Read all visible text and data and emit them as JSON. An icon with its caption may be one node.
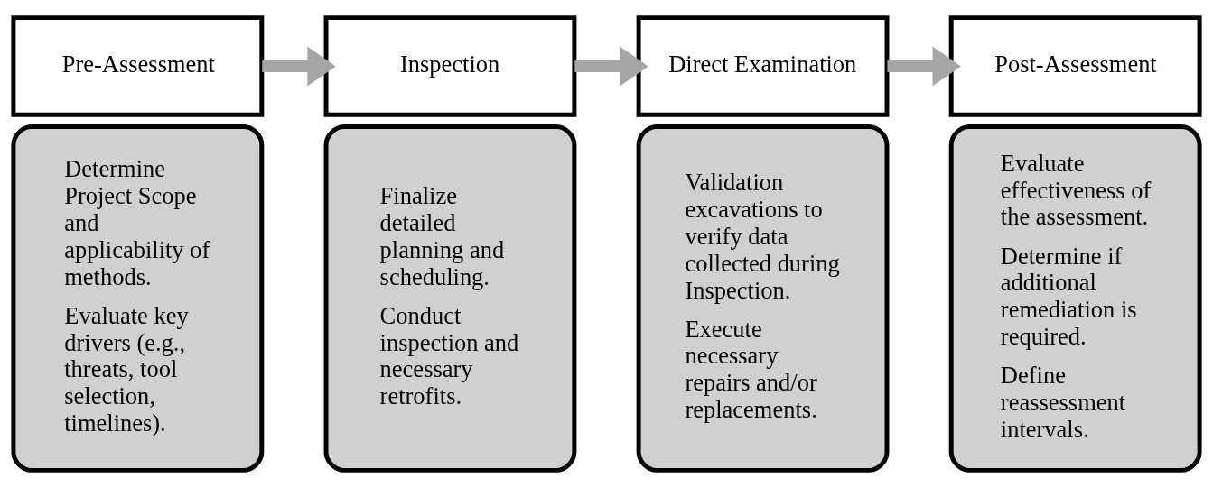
{
  "diagram": {
    "nodes": [
      {
        "text": [
          "Pre-Assessment"
        ]
      },
      {
        "text": [
          "Determine Project Scope and applicability of methods.",
          "Evaluate key drivers (e.g., threats, tool selection, timelines)."
        ]
      },
      {
        "text": [
          "Inspection"
        ]
      },
      {
        "text": [
          "Finalize detailed planning and scheduling.",
          "Conduct inspection and necessary retrofits."
        ]
      },
      {
        "text": [
          "Direct Examination"
        ]
      },
      {
        "text": [
          "Validation excavations to verify data collected during Inspection.",
          "Execute necessary repairs and/or replacements."
        ]
      },
      {
        "text": [
          "Post-Assessment"
        ]
      },
      {
        "text": [
          "Evaluate effectiveness of the assessment.",
          "Determine if additional remediation is required.",
          "Define reassessment intervals."
        ]
      }
    ],
    "edges": [
      {
        "from": 0,
        "to": 2,
        "arrow": "to"
      },
      {
        "from": 2,
        "to": 4,
        "arrow": "to"
      },
      {
        "from": 4,
        "to": 6,
        "arrow": "to"
      }
    ]
  }
}
